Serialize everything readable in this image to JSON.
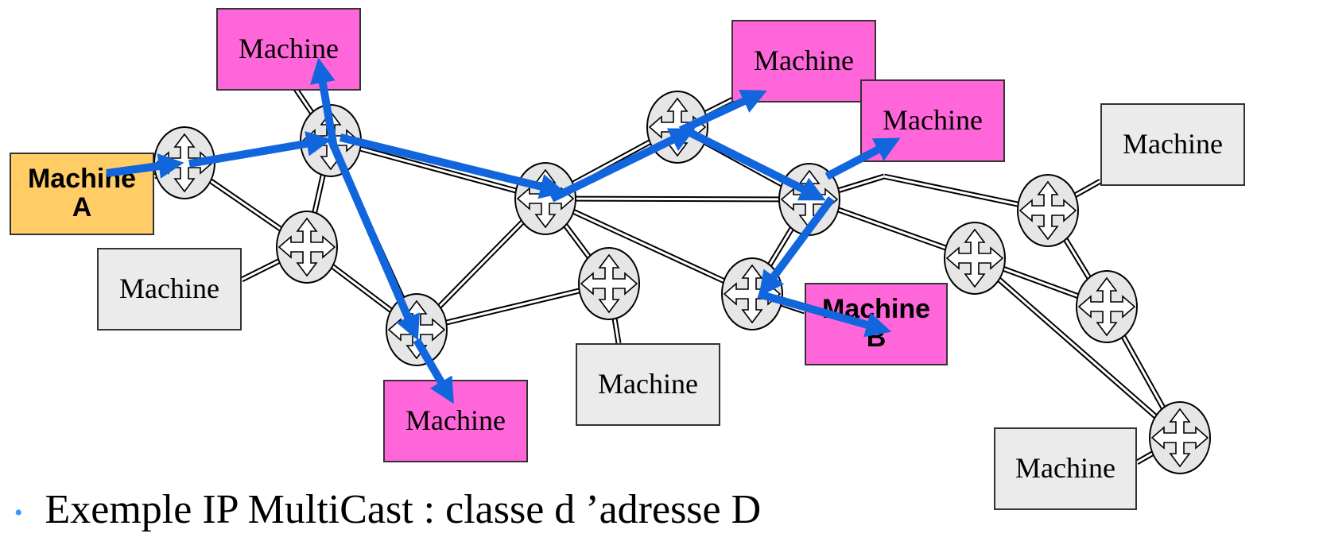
{
  "machines": {
    "top_left": "Machine",
    "machine_a": "Machine\nA",
    "mid_left": "Machine",
    "bottom_center": "Machine",
    "bottom_mid": "Machine",
    "top_right_1": "Machine",
    "top_right_2": "Machine",
    "machine_b": "Machine\nB",
    "far_right": "Machine",
    "bottom_right": "Machine"
  },
  "caption": {
    "bullet": "•",
    "text": "Exemple IP MultiCast : classe d ’adresse D"
  },
  "colors": {
    "multicast_arrow": "#1166dd",
    "member_machine": "#ff66d9",
    "source_machine": "#ffcc66",
    "other_machine": "#ebebeb",
    "router": "#e6e6e6",
    "link": "#000000"
  },
  "icons": {
    "router": "router-four-arrows-icon"
  }
}
